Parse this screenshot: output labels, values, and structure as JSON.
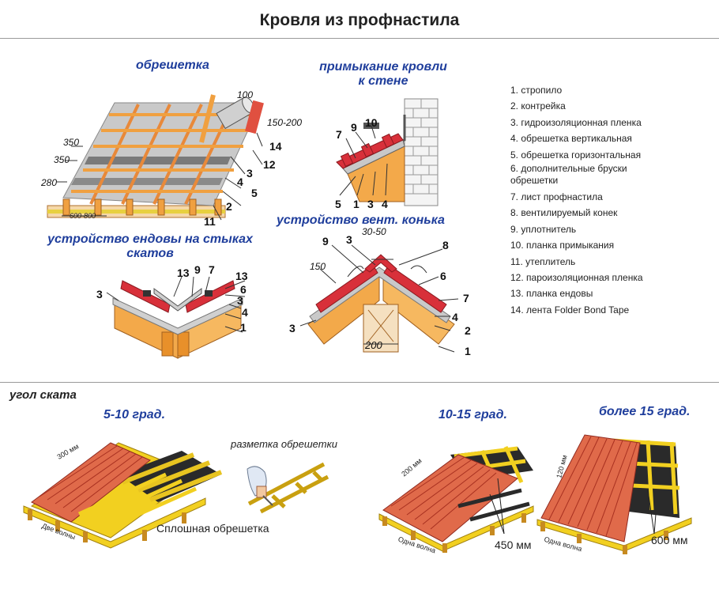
{
  "title": "Кровля из профнастила",
  "sections": {
    "lathing": "обрешетка",
    "wall_junction": "примыкание кровли\nк стене",
    "ridge": "устройство вент. конька",
    "valley": "устройство ендовы на стыках\nскатов"
  },
  "legend": [
    "1. стропило",
    "2. контрейка",
    "3. гидроизоляционная пленка",
    "4. обрешетка вертикальная",
    "5. обрешетка горизонтальная",
    "6. дополнительные бруски обрешетки",
    "7. лист профнастила",
    "8. вентилируемый конек",
    "9. уплотнитель",
    "10. планка примыкания",
    "11. утеплитель",
    "12. пароизоляционная пленка",
    "13. планка ендовы",
    "14. лента Folder Bond Tape"
  ],
  "lathing_dims": {
    "d100": "100",
    "d150": "150-200",
    "d350a": "350",
    "d350b": "350",
    "d280": "280",
    "d600": "600-800"
  },
  "lathing_nums": [
    "14",
    "12",
    "3",
    "4",
    "5",
    "2",
    "11"
  ],
  "wall_nums": {
    "n7": "7",
    "n9": "9",
    "n10": "10",
    "n5": "5",
    "n1": "1",
    "n3": "3",
    "n4": "4"
  },
  "valley_nums": {
    "n3l": "3",
    "n13a": "13",
    "n9": "9",
    "n7": "7",
    "n13b": "13",
    "n6": "6",
    "n3r": "3",
    "n4": "4",
    "n1": "1"
  },
  "ridge_nums": {
    "n9": "9",
    "n3t": "3",
    "n3050": "30-50",
    "n8": "8",
    "n150": "150",
    "n6": "6",
    "n7": "7",
    "n4": "4",
    "n3l": "3",
    "n2": "2",
    "n200": "200",
    "n1": "1"
  },
  "slope": {
    "heading": "угол ската",
    "a1": "5-10 град.",
    "a2": "10-15 град.",
    "a3": "более 15 град.",
    "mark": "разметка обрешетки",
    "solid": "Сплошная обрешетка",
    "mm300": "300 мм",
    "two_waves": "Две волны",
    "mm200": "200 мм",
    "one_wave_a": "Одна волна",
    "mm450": "450 мм",
    "mm120": "120 мм",
    "one_wave_b": "Одна волна",
    "mm600": "600 мм"
  },
  "colors": {
    "blue": "#1f3e9c",
    "wood": "#f0a040",
    "red": "#d8303a",
    "yellow": "#f2d020",
    "gray": "#9a9a9a"
  }
}
